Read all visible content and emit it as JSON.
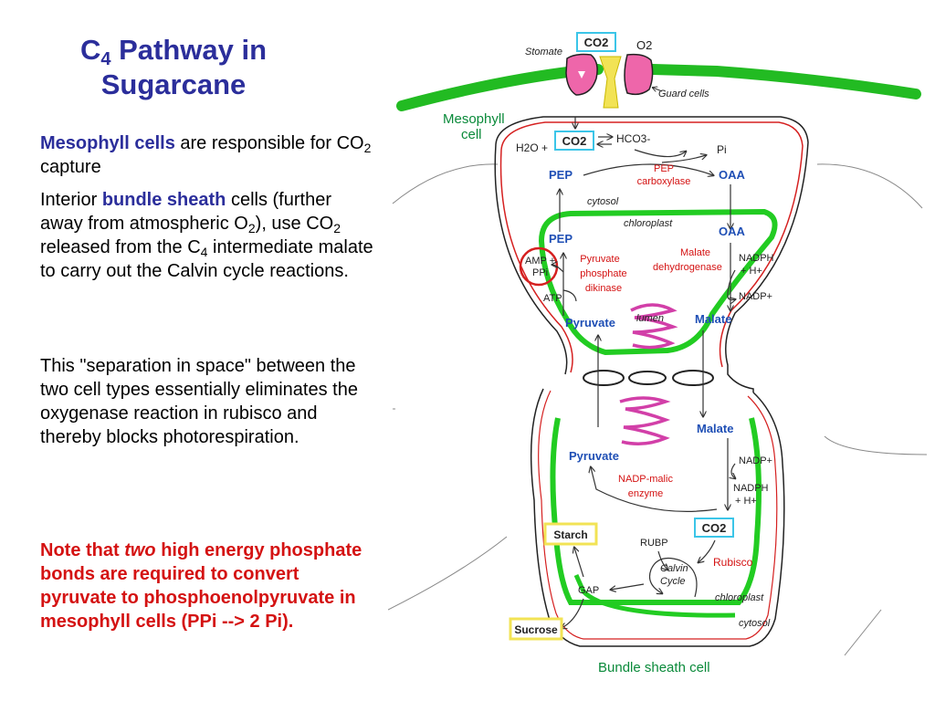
{
  "title": {
    "main": "C",
    "sub": "4",
    "rest": " Pathway in Sugarcane"
  },
  "para1": {
    "bold": "Mesophyll cells",
    "t1": " are responsible for CO",
    "sub": "2",
    "t2": " capture"
  },
  "para2": {
    "t1": "Interior ",
    "bold": "bundle sheath",
    "t2": " cells (further away from atmospheric O",
    "sub1": "2",
    "t3": "), use CO",
    "sub2": "2",
    "t4": " released from the C",
    "sub3": "4",
    "t5": " intermediate malate to carry out the Calvin cycle reactions."
  },
  "para3": "This \"separation in space\" between the two cell types essentially eliminates the oxygenase reaction in rubisco and thereby blocks photorespiration.",
  "para4": {
    "t1": "Note that ",
    "emph": "two",
    "t2": " high energy phosphate bonds are required to convert pyruvate to phosphoenolpyruvate in mesophyll cells (PPi --> 2 Pi)."
  },
  "diagram": {
    "stomate": "Stomate",
    "co2_top": "CO2",
    "o2": "O2",
    "guard_cells": "Guard cells",
    "mesophyll_cell": [
      "Mesophyll",
      "cell"
    ],
    "h2o": "H2O +",
    "co2_meso": "CO2",
    "hco3": "HCO3-",
    "pi": "Pi",
    "pep1": "PEP",
    "pep_carboxylase": [
      "PEP",
      "carboxylase"
    ],
    "oaa1": "OAA",
    "cytosol1": "cytosol",
    "chloroplast1": "chloroplast",
    "pep2": "PEP",
    "oaa2": "OAA",
    "amp_ppi": [
      "AMP +",
      "PPi"
    ],
    "ppdk": [
      "Pyruvate",
      "phosphate",
      "dikinase"
    ],
    "malate_dh": [
      "Malate",
      "dehydrogenase"
    ],
    "nadph1": [
      "NADPH",
      "+ H+"
    ],
    "atp": "ATP",
    "nadp1": "NADP+",
    "pyruvate1": "Pyruvate",
    "lumen": "lumen",
    "malate1": "Malate",
    "malate2": "Malate",
    "pyruvate2": "Pyruvate",
    "nadp2": "NADP+",
    "nadp_malic": [
      "NADP-malic",
      "enzyme"
    ],
    "nadph2": [
      "NADPH",
      "+ H+"
    ],
    "starch": "Starch",
    "rubp": "RUBP",
    "co2_bs": "CO2",
    "calvin": [
      "Calvin",
      "Cycle"
    ],
    "rubisco": "Rubisco",
    "gap": "GAP",
    "chloroplast2": "chloroplast",
    "sucrose": "Sucrose",
    "cytosol2": "cytosol",
    "bundle_sheath_cell": "Bundle sheath cell"
  }
}
